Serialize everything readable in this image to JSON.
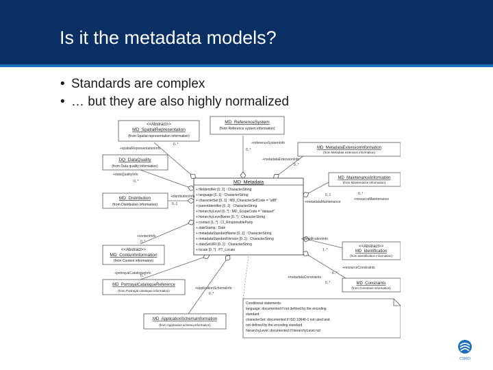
{
  "slide": {
    "title": "Is it the metadata models?",
    "bullets": [
      "Standards are complex",
      "… but they are also highly normalized"
    ]
  },
  "diagram": {
    "classes": [
      {
        "id": "spatialrep",
        "stereo": "<<Abstract>>",
        "name": "MD_SpatialRepresentation",
        "pkg": "(from Spatial representation information)"
      },
      {
        "id": "refsys",
        "stereo": "",
        "name": "MD_ReferenceSystem",
        "pkg": "(from Reference system information)"
      },
      {
        "id": "extinfo",
        "stereo": "",
        "name": "MD_MetadataExtensionInformation",
        "pkg": "(from Metadata extension information)"
      },
      {
        "id": "dataquality",
        "stereo": "",
        "name": "DQ_DataQuality",
        "pkg": "(from Data quality information)"
      },
      {
        "id": "maintinfo",
        "stereo": "",
        "name": "MD_MaintenanceInformation",
        "pkg": "(from Maintenance information)"
      },
      {
        "id": "distribution",
        "stereo": "",
        "name": "MD_Distribution",
        "pkg": "(from Distribution information)"
      },
      {
        "id": "contentinfo",
        "stereo": "<<Abstract>>",
        "name": "MD_ContentInformation",
        "pkg": "(from Content information)"
      },
      {
        "id": "constraints",
        "stereo": "",
        "name": "MD_Constraints",
        "pkg": "(from Constraint information)"
      },
      {
        "id": "portrayal",
        "stereo": "",
        "name": "MD_PortrayalCatalogueReference",
        "pkg": "(from Portrayal catalogue information)"
      },
      {
        "id": "appschema",
        "stereo": "",
        "name": "MD_ApplicationSchemaInformation",
        "pkg": "(from Application schema information)"
      },
      {
        "id": "identification",
        "stereo": "<<Abstract>>",
        "name": "MD_Identification",
        "pkg": "(from Identification information)"
      }
    ],
    "metadata_class": {
      "name": "MD_Metadata",
      "attributes": [
        "+ fileIdentifier [0..1] : CharacterString",
        "+ language [0..1] : CharacterString",
        "+ characterSet [0..1] : MD_CharacterSetCode = \"utf8\"",
        "+ parentIdentifier [0..1] : CharacterString",
        "+ hierarchyLevel [0..*] : MD_ScopeCode = \"dataset\"",
        "+ hierarchyLevelName [0..*] : CharacterString",
        "+ contact [1..*] : CI_ResponsibleParty",
        "+ dateStamp : Date",
        "+ metadataStandardName [0..1] : CharacterString",
        "+ metadataStandardVersion [0..1] : CharacterString",
        "+ dataSetURI [0..1] : CharacterString",
        "+ locale [0..*] : PT_Locale"
      ]
    },
    "roles": [
      {
        "id": "spatialRep",
        "text": "+spatialRepresentationInfo"
      },
      {
        "id": "refSys",
        "text": "+referenceSystemInfo"
      },
      {
        "id": "extInfo",
        "text": "+metadataExtensionInfo"
      },
      {
        "id": "dqInfo",
        "text": "+dataQualityInfo"
      },
      {
        "id": "distInfo",
        "text": "+distributionInfo"
      },
      {
        "id": "metaMaint",
        "text": "+metadataMaintenance"
      },
      {
        "id": "resMaint",
        "text": "+resourceMaintenance"
      },
      {
        "id": "contentInfo",
        "text": "+contentInfo"
      },
      {
        "id": "identInfo",
        "text": "+identificationInfo"
      },
      {
        "id": "resConstr",
        "text": "+resourceConstraints"
      },
      {
        "id": "metaConstr",
        "text": "+metadataConstraints"
      },
      {
        "id": "portrayalInfo",
        "text": "+portrayalCatalogueInfo"
      },
      {
        "id": "appSchema",
        "text": "+applicationSchemaInfo"
      }
    ],
    "multiplicities": [
      "0..*",
      "0..*",
      "0..*",
      "0..*",
      "0..1",
      "0..1",
      "0..*",
      "0..*",
      "1..*",
      "0..*",
      "0..*",
      "0..*",
      "0..*"
    ],
    "note": {
      "lines": [
        "Conditional statements:",
        "language: documented if not defined by the encoding",
        "standard",
        "characterSet: documented if ISO 10646-1 not used and",
        "not defined by the encoding standard",
        "hierarchyLevel: documented if hierarchyLevel not"
      ]
    }
  },
  "logo": {
    "text": "CSIRO",
    "color": "#1c6fb8"
  }
}
